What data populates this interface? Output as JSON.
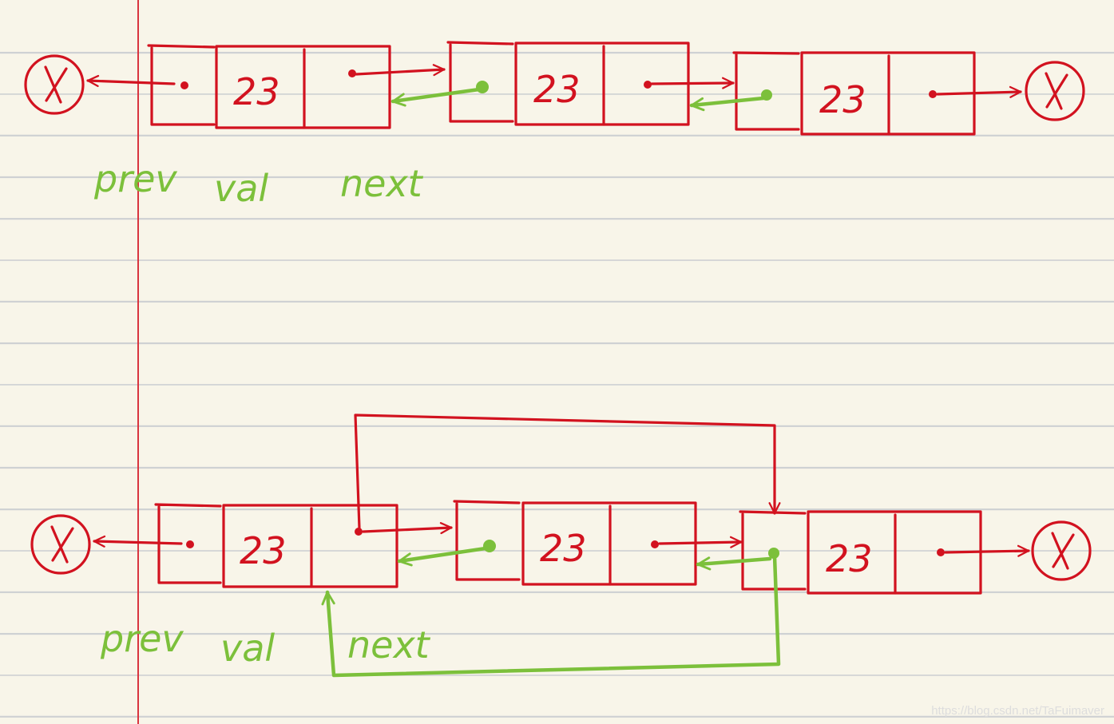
{
  "node_value": "23",
  "labels": {
    "prev": "prev",
    "val": "val",
    "next": "next"
  },
  "watermark": "https://blog.csdn.net/TaFuimaver",
  "null_symbol": "null-circle",
  "colors": {
    "node": "#d2121f",
    "backlink": "#7cc03b",
    "margin": "#d9353f",
    "paper": "#f8f5e9"
  }
}
